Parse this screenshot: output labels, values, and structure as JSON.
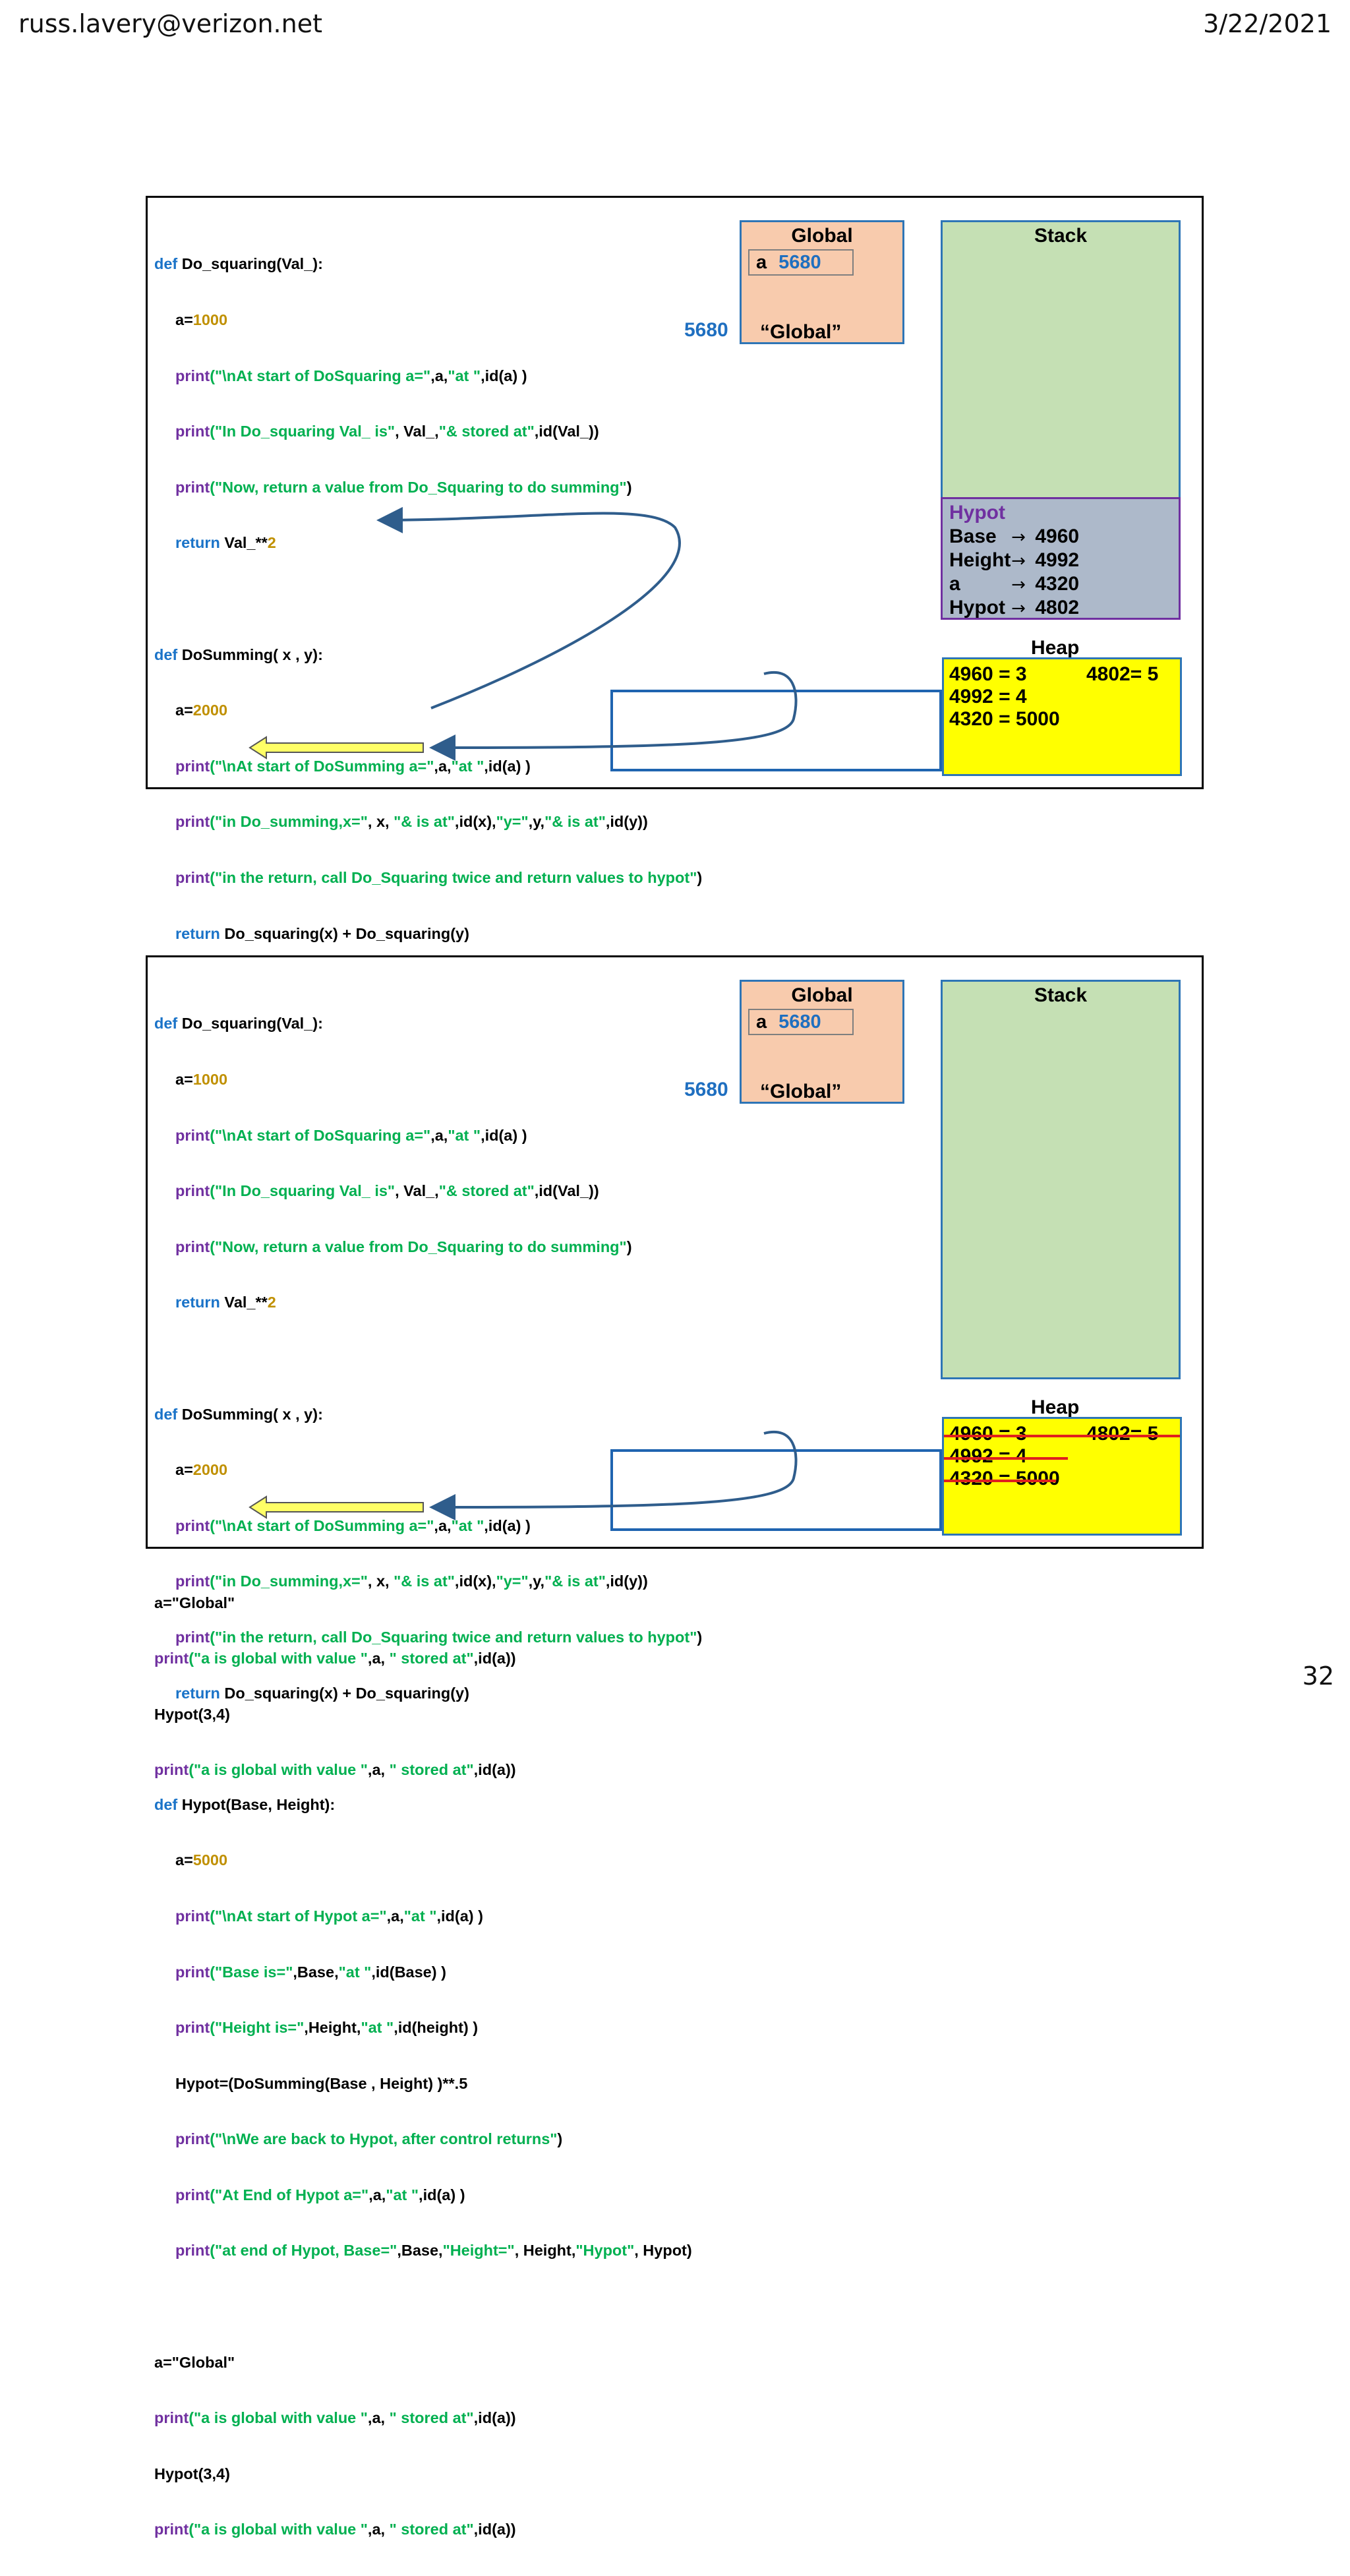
{
  "header": {
    "email": "russ.lavery@verizon.net",
    "date": "3/22/2021"
  },
  "page_number": "32",
  "code": {
    "l1_def": "def",
    "l1_rest": " Do_squaring(Val_):",
    "l2_a": "a=",
    "l2_n": "1000",
    "l3_p": "print",
    "l3_s": "(\"\\nAt start of DoSquaring a=\"",
    "l3_m": ",a,",
    "l3_s2": "\"at \"",
    "l3_e": ",id(a) )",
    "l4_p": "print",
    "l4_s": "(\"In Do_squaring Val_ is\"",
    "l4_m": ", Val_,",
    "l4_s2": "\"& stored at\"",
    "l4_e": ",id(Val_))",
    "l5_p": "print",
    "l5_s": "(\"Now, return a value from Do_Squaring to do summing\"",
    "l5_e": ")",
    "l6_r": "return",
    "l6_m": " Val_**",
    "l6_n": "2",
    "l8_def": "def",
    "l8_rest": " DoSumming( x , y):",
    "l9_a": "a=",
    "l9_n": "2000",
    "l10_p": "print",
    "l10_s": "(\"\\nAt start of DoSumming a=\"",
    "l10_m": ",a,",
    "l10_s2": "\"at \"",
    "l10_e": ",id(a) )",
    "l11_p": "print",
    "l11_s": "(\"in Do_summing,x=\"",
    "l11_m": ", x, ",
    "l11_s2": "\"& is at\"",
    "l11_m2": ",id(x),",
    "l11_s3": "\"y=\"",
    "l11_m3": ",y,",
    "l11_s4": "\"& is at\"",
    "l11_e": ",id(y))",
    "l12_p": "print",
    "l12_s": "(\"in the return, call Do_Squaring twice and return values to hypot\"",
    "l12_e": ")",
    "l13_r": "return",
    "l13_m": " Do_squaring(x) + Do_squaring(y)",
    "l15_def": "def",
    "l15_rest": " Hypot(Base, Height):",
    "l16_a": "a=",
    "l16_n": "5000",
    "l17_p": "print",
    "l17_s": "(\"\\nAt start of Hypot a=\"",
    "l17_m": ",a,",
    "l17_s2": "\"at \"",
    "l17_e": ",id(a) )",
    "l18_p": "print",
    "l18_s": "(\"Base is=\"",
    "l18_m": ",Base,",
    "l18_s2": "\"at \"",
    "l18_e": ",id(Base) )",
    "l19_p": "print",
    "l19_s": "(\"Height is=\"",
    "l19_m": ",Height,",
    "l19_s2": "\"at \"",
    "l19_e": ",id(height) )",
    "l20": "Hypot=(DoSumming(Base , Height) )**.5",
    "l21_p": "print",
    "l21_s": "(\"\\nWe are back to Hypot, after control returns\"",
    "l21_e": ")",
    "l22_p": "print",
    "l22_s": "(\"At End of Hypot a=\"",
    "l22_m": ",a,",
    "l22_s2": "\"at \"",
    "l22_e": ",id(a) )",
    "l23_p": "print",
    "l23_s": "(\"at end of Hypot, Base=\"",
    "l23_m": ",Base,",
    "l23_s2": "\"Height=\"",
    "l23_m2": ", Height,",
    "l23_s3": "\"Hypot\"",
    "l23_e": ", Hypot)",
    "l25": "a=\"Global\"",
    "l26_p": "print",
    "l26_s": "(\"a is global with value \"",
    "l26_m": ",a, ",
    "l26_s2": "\" stored at\"",
    "l26_e": ",id(a))",
    "l27": "Hypot(3,4)",
    "l28_p": "print",
    "l28_s": "(\"a is global with value \"",
    "l28_m": ",a, ",
    "l28_s2": "\" stored at\"",
    "l28_e": ",id(a))"
  },
  "global": {
    "title": "Global",
    "var_name": "a",
    "var_value": "5680",
    "address": "5680",
    "object_value": "“Global”"
  },
  "stack": {
    "title": "Stack"
  },
  "hypot_frame": {
    "title": "Hypot",
    "rows": [
      {
        "name": "Base",
        "arrow": "→",
        "value": "4960"
      },
      {
        "name": "Height",
        "arrow": "→",
        "value": "4992"
      },
      {
        "name": "a",
        "arrow": "→",
        "value": "4320"
      },
      {
        "name": "Hypot",
        "arrow": "→",
        "value": "4802"
      }
    ]
  },
  "heap": {
    "title": "Heap",
    "rows": [
      "4960 =    3",
      "4992 =    4",
      "4320 = 5000"
    ],
    "extra": "4802= 5"
  }
}
